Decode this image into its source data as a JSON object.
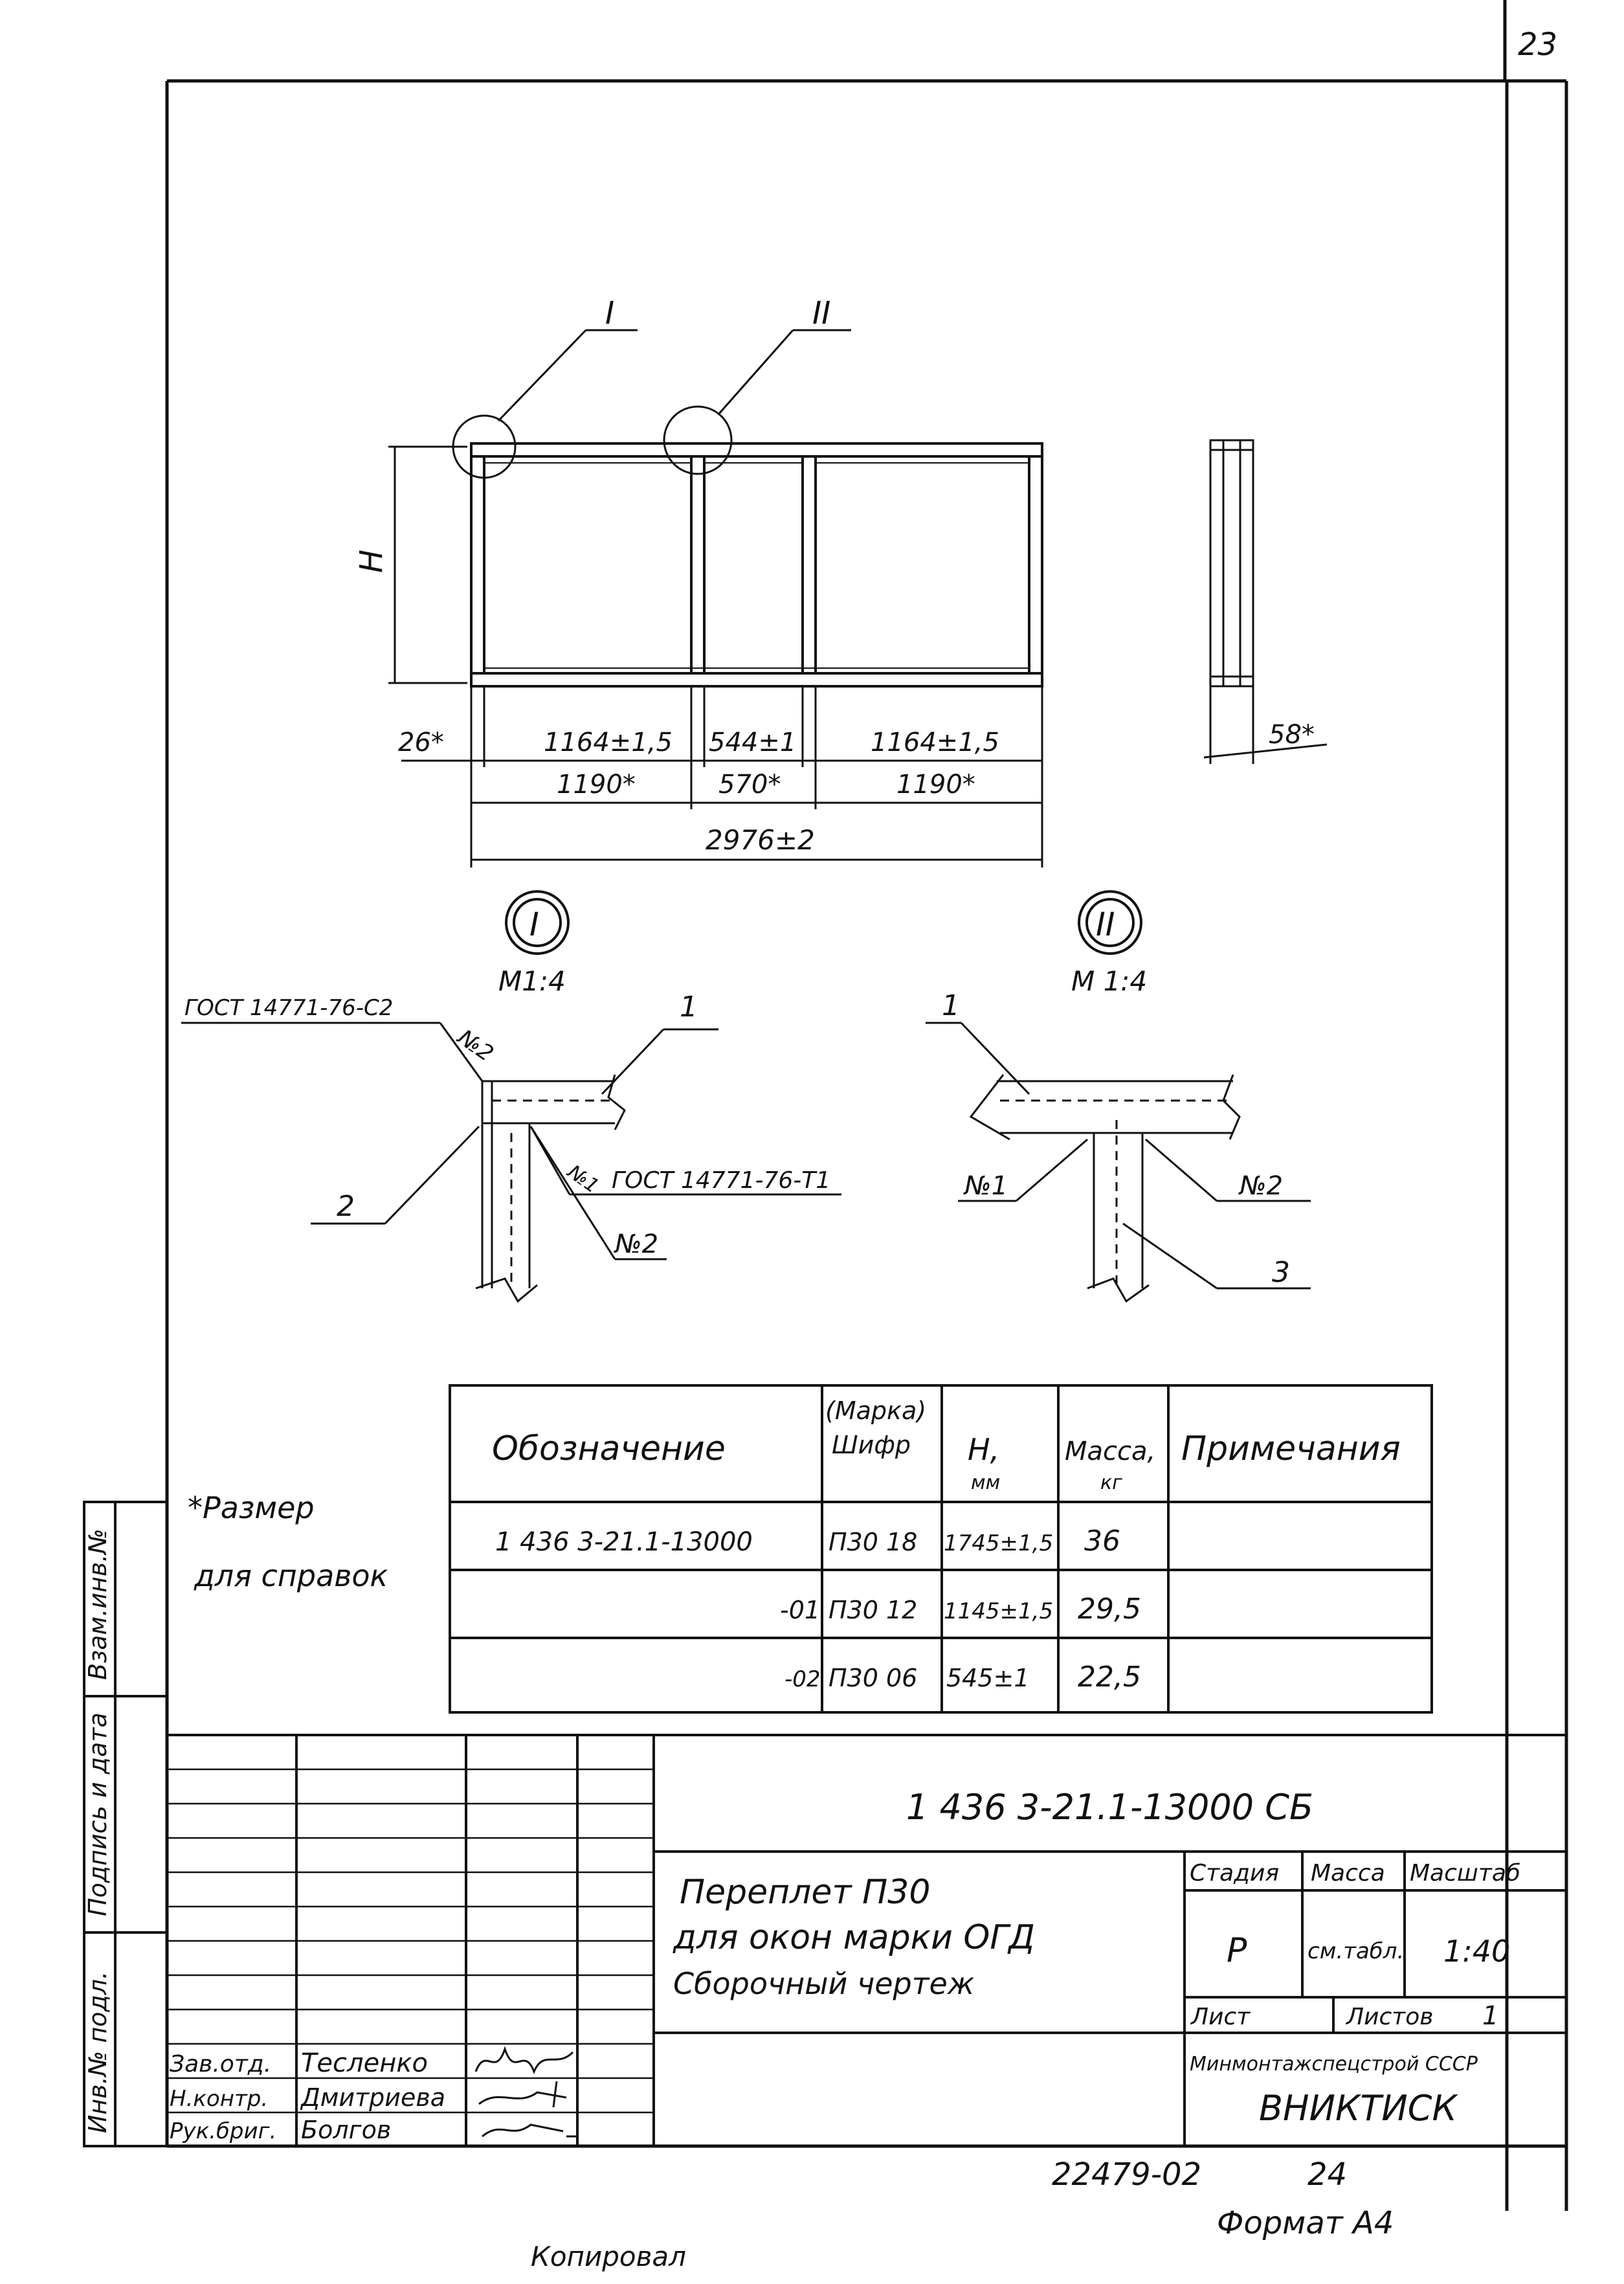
{
  "sheet": {
    "page_number": "23",
    "format": "Формат А4",
    "copied_by": "Копировал",
    "inventory_number": "22479-02",
    "inventory_sheet": "24"
  },
  "drawing": {
    "callout_detail_1": "I",
    "callout_detail_2": "II",
    "dim_height_label": "H",
    "dim_left_offset": "26*",
    "dim_top_left": "1164±1,5",
    "dim_top_mid": "544±1",
    "dim_top_right": "1164±1,5",
    "dim_mid_left": "1190*",
    "dim_mid_mid": "570*",
    "dim_mid_right": "1190*",
    "dim_total": "2976±2",
    "dim_depth": "58*"
  },
  "detail_1": {
    "mark": "I",
    "scale": "М1:4",
    "weld_top_std": "ГОСТ 14771-76-С2",
    "weld_top_no": "№2",
    "weld_mid_no": "№1",
    "weld_mid_std": "ГОСТ 14771-76-Т1",
    "weld_bottom_no": "№2",
    "part_1": "1",
    "part_2": "2"
  },
  "detail_2": {
    "mark": "II",
    "scale": "М 1:4",
    "part_1": "1",
    "weld_left": "№1",
    "weld_right": "№2",
    "part_3": "3"
  },
  "footnote": {
    "line1": "*Размер",
    "line2": "для справок"
  },
  "spec_table": {
    "headers": {
      "designation": "Обозначение",
      "mark": [
        "(Марка)",
        "Шифр"
      ],
      "h": [
        "Н,",
        "мм"
      ],
      "mass": [
        "Масса,",
        "кг"
      ],
      "notes": "Примечания"
    },
    "rows": [
      {
        "designation": "1 436 3-21.1-13000",
        "mark": "П30 18",
        "h": "1745±1,5",
        "mass": "36"
      },
      {
        "designation": "-01",
        "mark": "П30 12",
        "h": "1145±1,5",
        "mass": "29,5"
      },
      {
        "designation": "-02",
        "mark": "П30 06",
        "h": "545±1",
        "mass": "22,5"
      }
    ]
  },
  "title_block": {
    "doc_code": "1 436 3-21.1-13000 СБ",
    "title_lines": [
      "Переплет П30",
      "для окон марки ОГД",
      "Сборочный чертеж"
    ],
    "stage_header": "Стадия",
    "mass_header": "Масса",
    "scale_header": "Масштаб",
    "stage_value": "Р",
    "mass_value": "см.табл.",
    "scale_value": "1:40",
    "sheet_label": "Лист",
    "sheets_label": "Листов",
    "sheets_value": "1",
    "org_line1": "Минмонтажспецстрой СССР",
    "org_line2": "ВНИКТИСК",
    "signers": [
      {
        "role": "Зав.отд.",
        "name": "Тесленко"
      },
      {
        "role": "Н.контр.",
        "name": "Дмитриева"
      },
      {
        "role": "Рук.бриг.",
        "name": "Болгов"
      }
    ]
  },
  "side_stamp": {
    "inv_orig": "Инв.№ подл.",
    "signature_date": "Подпись и дата",
    "replacing_inv": "Взам.инв.№"
  }
}
